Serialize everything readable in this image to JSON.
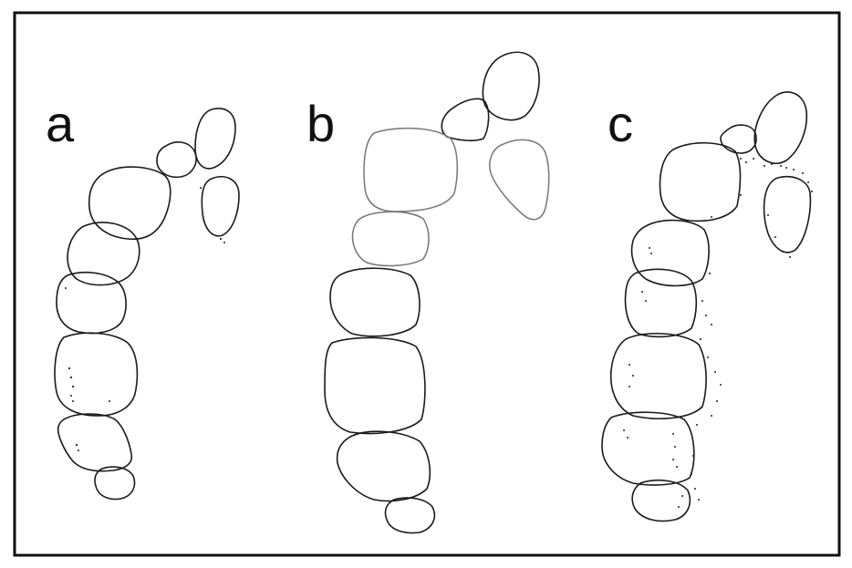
{
  "figure": {
    "panels": [
      {
        "id": "a",
        "label": "a"
      },
      {
        "id": "b",
        "label": "b"
      },
      {
        "id": "c",
        "label": "c"
      }
    ],
    "colors": {
      "frame": "#111111",
      "outline": "#1a1a1a",
      "outline_light": "#777777",
      "background": "#ffffff"
    }
  }
}
